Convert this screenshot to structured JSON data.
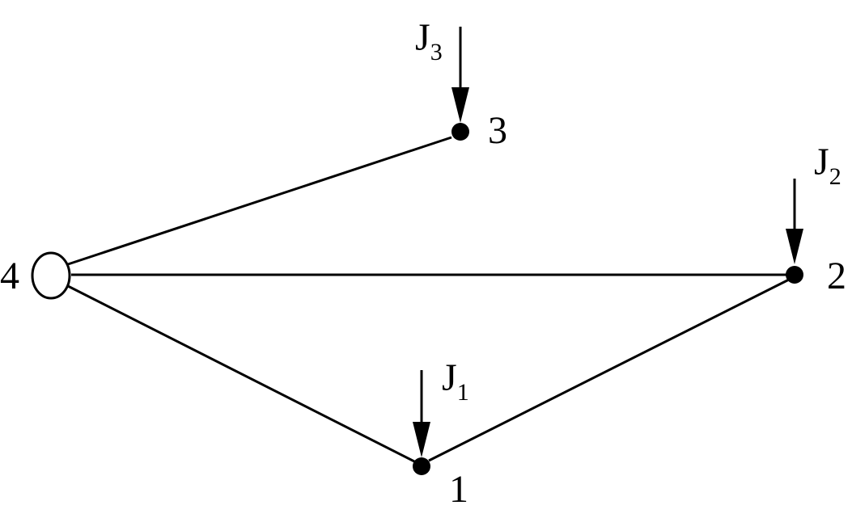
{
  "nodes": [
    {
      "id": "node-1",
      "label": "1"
    },
    {
      "id": "node-2",
      "label": "2"
    },
    {
      "id": "node-3",
      "label": "3"
    },
    {
      "id": "node-4",
      "label": "4"
    }
  ],
  "edges": [
    {
      "from": "4",
      "to": "3"
    },
    {
      "from": "4",
      "to": "2"
    },
    {
      "from": "4",
      "to": "1"
    },
    {
      "from": "1",
      "to": "2"
    }
  ],
  "sources": [
    {
      "base": "J",
      "sub": "1",
      "node": "1"
    },
    {
      "base": "J",
      "sub": "2",
      "node": "2"
    },
    {
      "base": "J",
      "sub": "3",
      "node": "3"
    }
  ],
  "colors": {
    "stroke": "#000000",
    "fill_node": "#000000",
    "reference_fill": "#ffffff"
  }
}
